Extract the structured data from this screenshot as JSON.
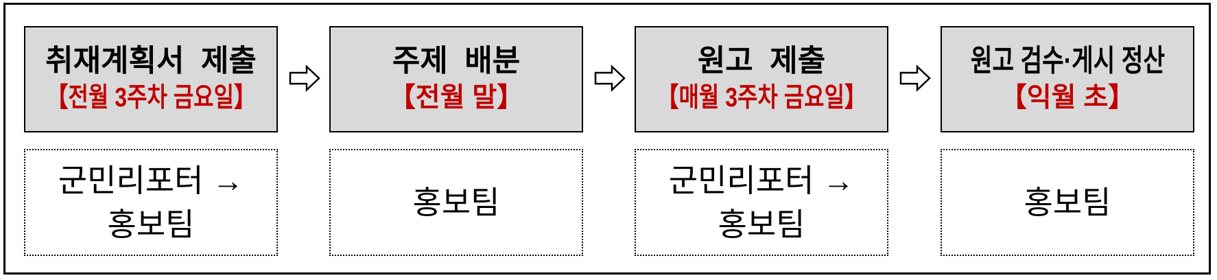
{
  "diagram": {
    "name": "monthly-reporter-article-process-flow",
    "colors": {
      "header_bg": "#d9d9d9",
      "schedule_red": "#c00000",
      "text_black": "#000000",
      "border_black": "#000000",
      "page_bg": "#ffffff"
    },
    "icons": {
      "flow_arrow": "rightwards-white-arrow"
    },
    "steps": [
      {
        "title": "취재계획서  제출",
        "schedule": "【전월 3주차 금요일】",
        "actor": "군민리포터 →\n홍보팀"
      },
      {
        "title": "주제  배분",
        "schedule": "【전월 말】",
        "actor": "홍보팀"
      },
      {
        "title": "원고  제출",
        "schedule": "【매월 3주차 금요일】",
        "actor": "군민리포터 →\n홍보팀"
      },
      {
        "title": "원고 검수·게시 정산",
        "schedule": "【익월 초】",
        "actor": "홍보팀"
      }
    ]
  }
}
